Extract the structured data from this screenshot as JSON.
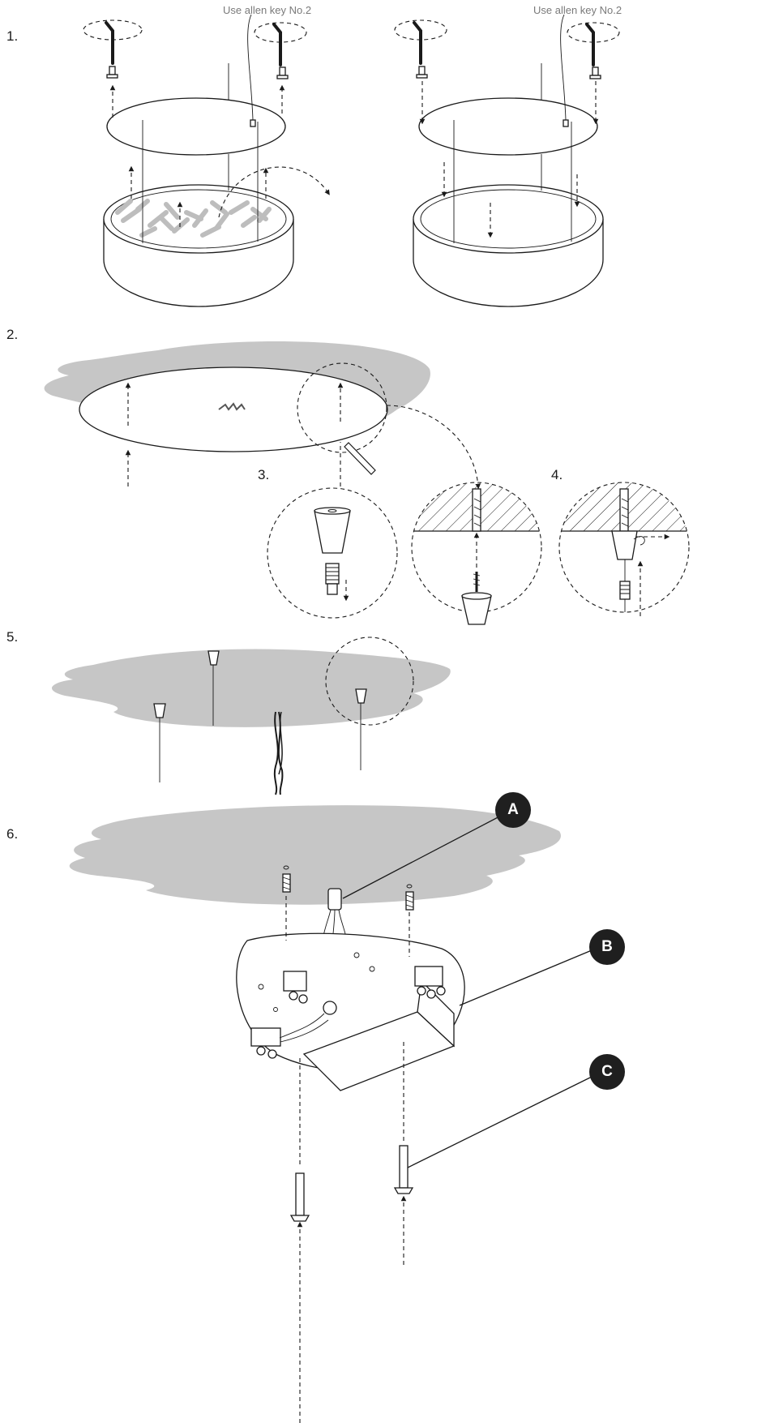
{
  "steps": {
    "s1": "1.",
    "s2": "2.",
    "s3": "3.",
    "s4": "4.",
    "s5": "5.",
    "s6": "6."
  },
  "notes": {
    "allen_left": "Use allen key No.2",
    "allen_right": "Use allen key No.2"
  },
  "callouts": {
    "a": "A",
    "b": "B",
    "c": "C"
  },
  "colors": {
    "ink": "#1a1a1a",
    "ceiling_gray": "#c6c6c6",
    "callout_fill": "#1f1f1f",
    "note_gray": "#7a7a7a"
  }
}
